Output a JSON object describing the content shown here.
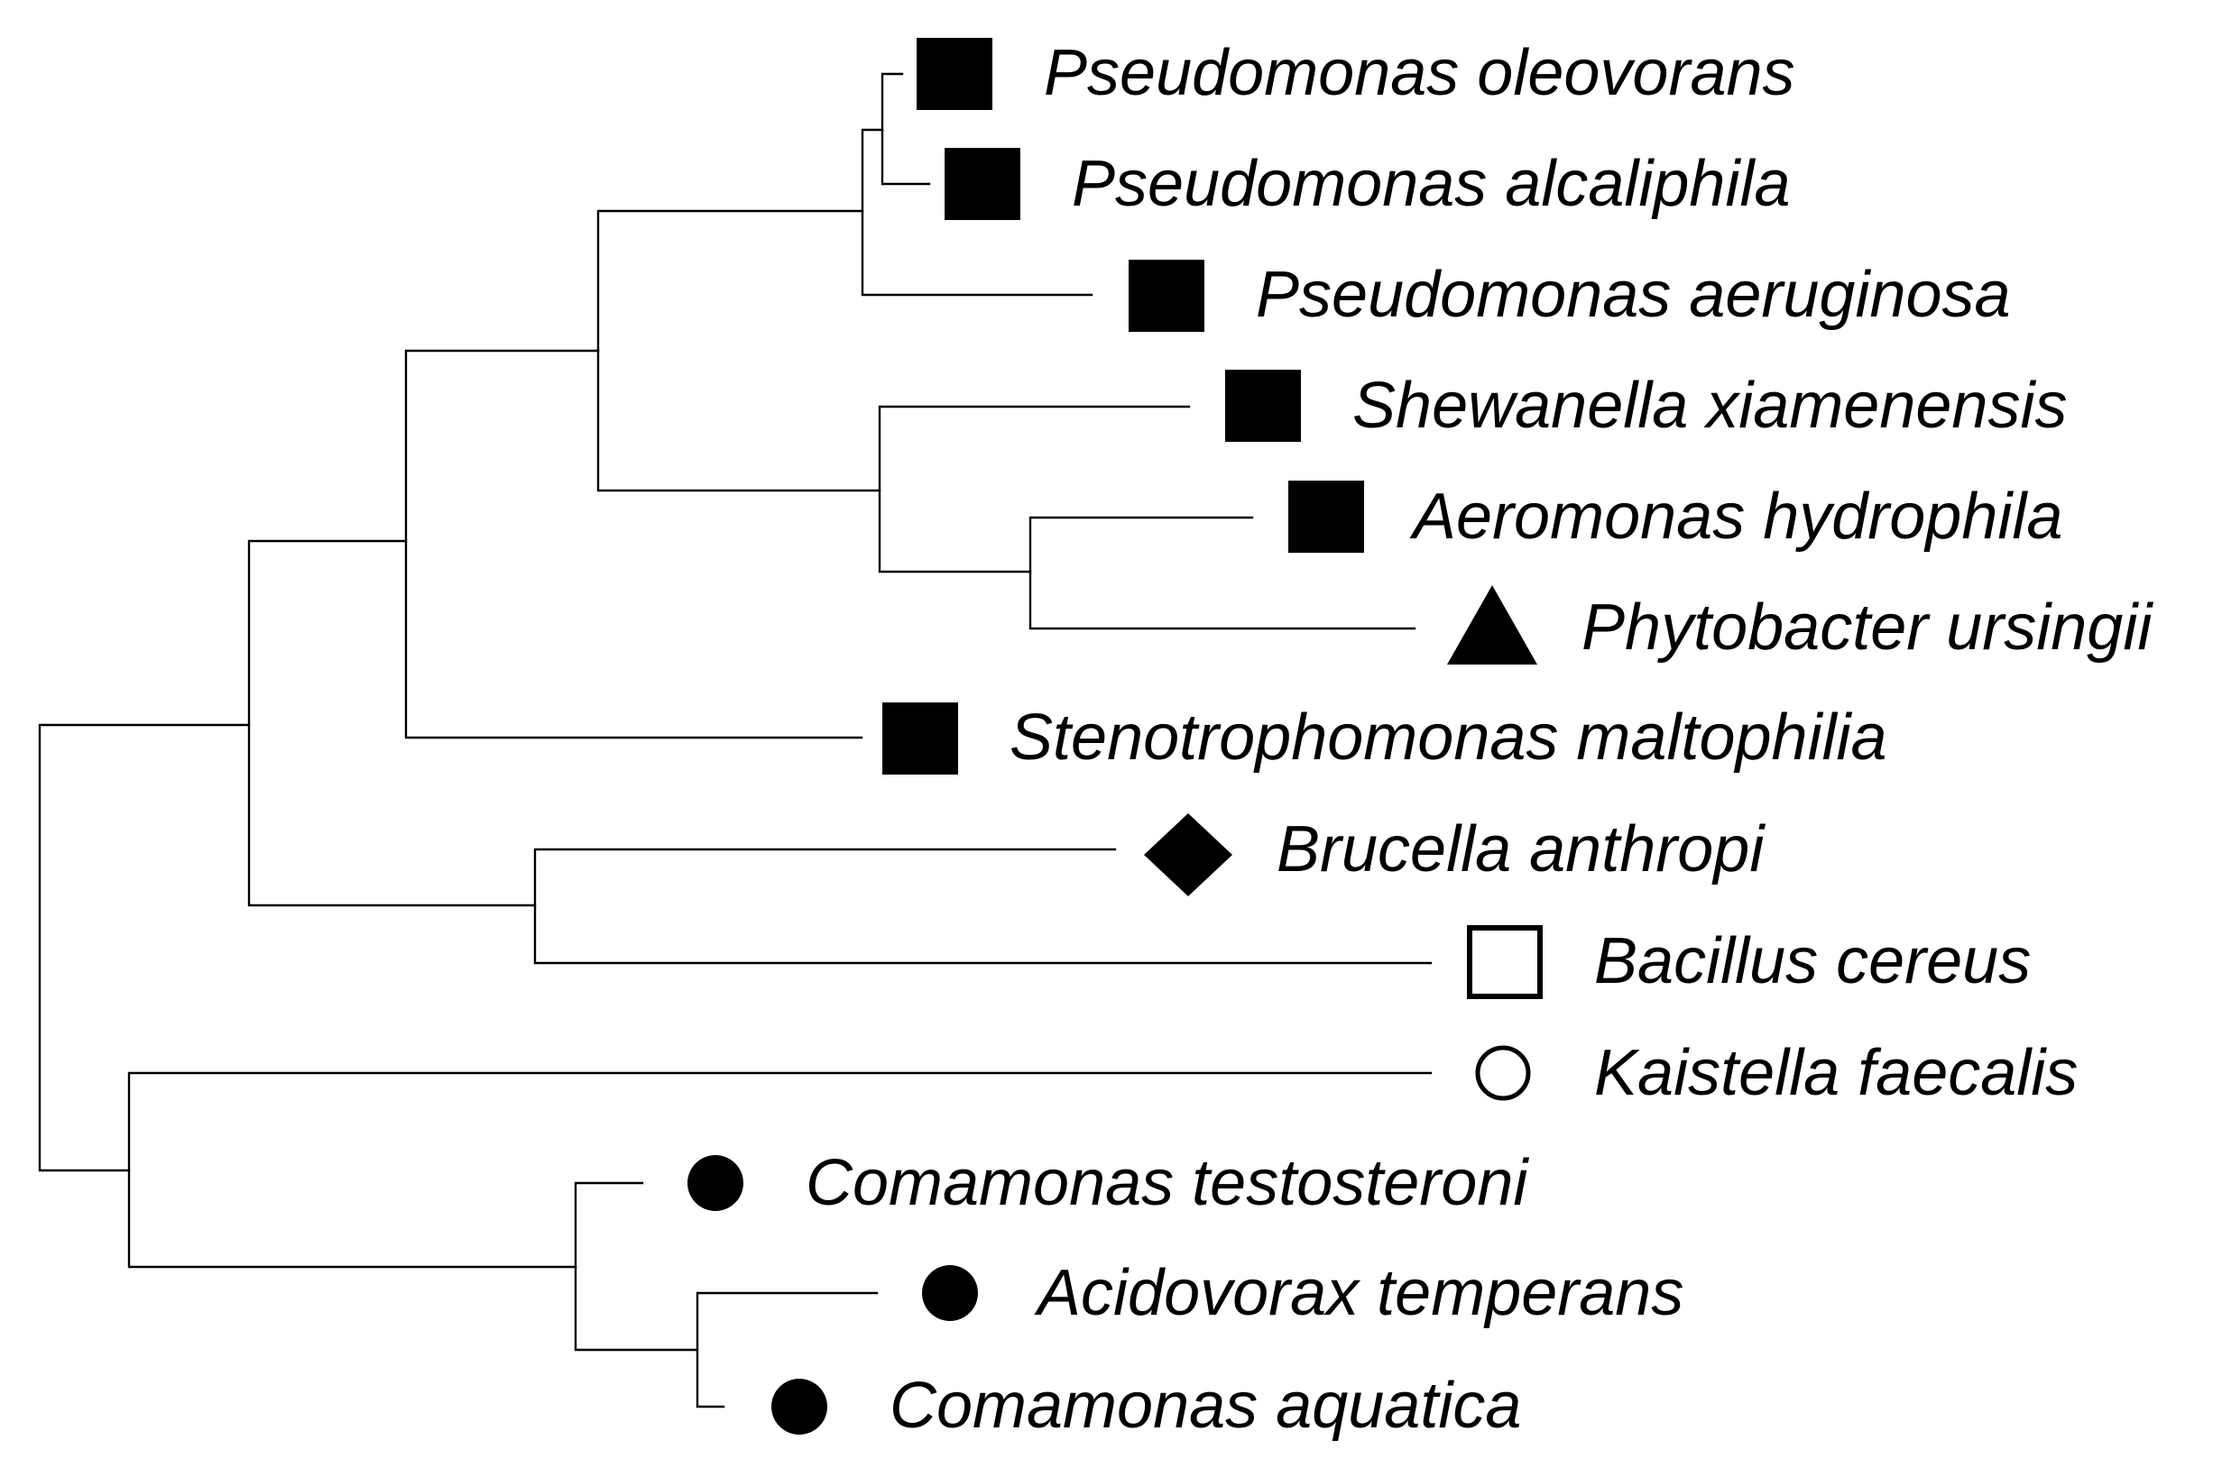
{
  "tree": {
    "taxa": [
      {
        "id": "pseudomonas-oleovorans",
        "name": "Pseudomonas oleovorans",
        "marker": "filled-square"
      },
      {
        "id": "pseudomonas-alcaliphila",
        "name": "Pseudomonas alcaliphila",
        "marker": "filled-square"
      },
      {
        "id": "pseudomonas-aeruginosa",
        "name": "Pseudomonas aeruginosa",
        "marker": "filled-square"
      },
      {
        "id": "shewanella-xiamenensis",
        "name": "Shewanella xiamenensis",
        "marker": "filled-square"
      },
      {
        "id": "aeromonas-hydrophila",
        "name": "Aeromonas hydrophila",
        "marker": "filled-square"
      },
      {
        "id": "phytobacter-ursingii",
        "name": "Phytobacter ursingii",
        "marker": "filled-triangle"
      },
      {
        "id": "stenotrophomonas-maltophilia",
        "name": "Stenotrophomonas maltophilia",
        "marker": "filled-square"
      },
      {
        "id": "brucella-anthropi",
        "name": "Brucella anthropi",
        "marker": "filled-diamond"
      },
      {
        "id": "bacillus-cereus",
        "name": "Bacillus cereus",
        "marker": "open-square"
      },
      {
        "id": "kaistella-faecalis",
        "name": "Kaistella faecalis",
        "marker": "open-circle"
      },
      {
        "id": "comamonas-testosteroni",
        "name": "Comamonas testosteroni",
        "marker": "filled-circle"
      },
      {
        "id": "acidovorax-temperans",
        "name": "Acidovorax temperans",
        "marker": "filled-circle"
      },
      {
        "id": "comamonas-aquatica",
        "name": "Comamonas aquatica",
        "marker": "filled-circle"
      }
    ],
    "topology": "((((((Pseudomonas oleovorans,Pseudomonas alcaliphila),Pseudomonas aeruginosa),(Shewanella xiamenensis,(Aeromonas hydrophila,Phytobacter ursingii))),Stenotrophomonas maltophilia),(Brucella anthropi,Bacillus cereus)),(Kaistella faecalis,(Comamonas testosteroni,(Acidovorax temperans,Comamonas aquatica))));",
    "colors": {
      "line": "#000000",
      "marker_fill": "#000000",
      "background": "#ffffff"
    }
  }
}
